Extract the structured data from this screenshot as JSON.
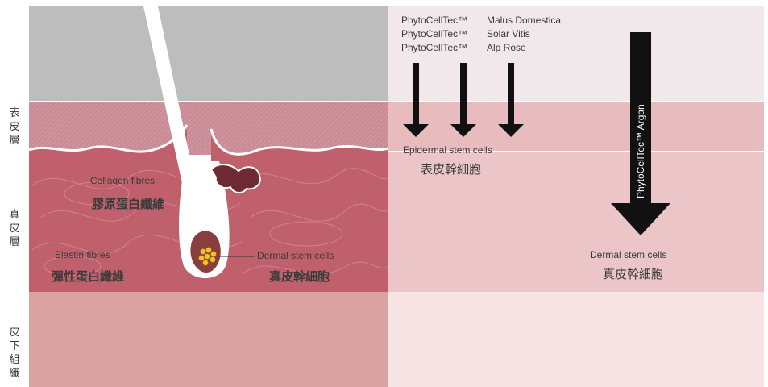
{
  "side_labels": {
    "epidermis": "表皮層",
    "dermis": "真皮層",
    "hypodermis": "皮下組織"
  },
  "left_panel": {
    "collagen": {
      "en": "Collagen  fibres",
      "zh": "膠原蛋白纖維"
    },
    "elastin": {
      "en": "Elastin  fibres",
      "zh": "彈性蛋白纖維"
    },
    "dermal_stem": {
      "en": "Dermal stem cells",
      "zh": "真皮幹細胞"
    }
  },
  "right_panel": {
    "products": [
      {
        "brand": "PhytoCellTec™",
        "name": "Malus  Domestica"
      },
      {
        "brand": "PhytoCellTec™",
        "name": "Solar  Vitis"
      },
      {
        "brand": "PhytoCellTec™",
        "name": "Alp  Rose"
      }
    ],
    "epidermal_target": {
      "en": "Epidermal stem cells",
      "zh": "表皮幹細胞"
    },
    "big_arrow_label": "PhytoCellTec™ Argan",
    "dermal_target": {
      "en": "Dermal stem cells",
      "zh": "真皮幹細胞"
    }
  },
  "colors": {
    "left_top": "#bdbdbd",
    "left_epidermis": "#c98b95",
    "left_dermis": "#c0606c",
    "left_hypodermis": "#d9a3a3",
    "right_top": "#f0e8ea",
    "right_epidermis": "#e8bcbf",
    "right_dermis": "#ebc5c7",
    "right_hypodermis": "#f7e3e4",
    "arrow": "#111111"
  }
}
